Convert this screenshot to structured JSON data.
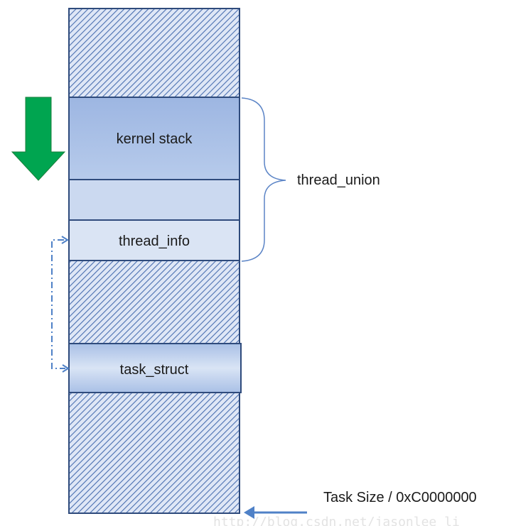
{
  "diagram": {
    "blocks": {
      "kernel_stack": "kernel stack",
      "thread_info": "thread_info",
      "task_struct": "task_struct"
    },
    "brace_label": "thread_union",
    "bottom_label": "Task Size / 0xC0000000",
    "watermark": "http://blog.csdn.net/jasonlee_li"
  },
  "colors": {
    "border": "#2f4b7c",
    "hatch": "#4a6fb0",
    "hatch_bg": "#dfe7f6",
    "kernel_stack_fill": "#a9c0e6",
    "gap_fill": "#cbd9f0",
    "thread_info_fill": "#dae4f4",
    "task_struct_fill": "#c6d6ef",
    "brace": "#5b84c6",
    "green_arrow": "#00a550",
    "pointer_arrow": "#4f81c7"
  }
}
